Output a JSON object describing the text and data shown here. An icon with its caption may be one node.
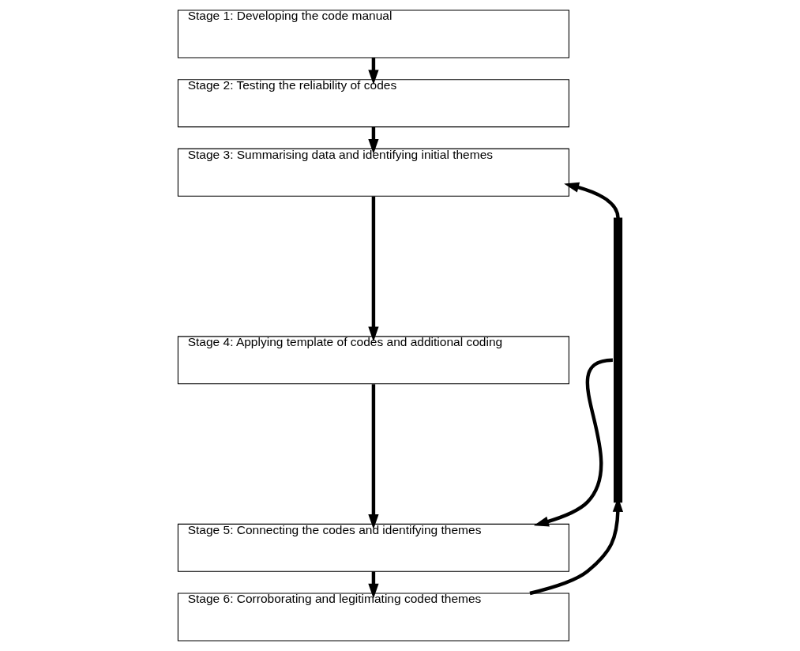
{
  "diagram": {
    "nodes": [
      {
        "text": [
          "Stage 1: Developing the code manual"
        ]
      },
      {
        "text": [
          "Stage 2: Testing the reliability of codes"
        ]
      },
      {
        "text": [
          "Stage 3: Summarising data and identifying initial themes"
        ]
      },
      {
        "text": [
          "Stage 4: Applying template of codes and additional coding"
        ]
      },
      {
        "text": [
          "Stage 5: Connecting the codes and identifying themes"
        ]
      },
      {
        "text": [
          "Stage 6: Corroborating and legitimating coded themes"
        ]
      },
      {
        "text": [],
        "shape": "bar"
      }
    ],
    "edges": [
      {
        "from": 0,
        "to": 1,
        "arrow": "to"
      },
      {
        "from": 1,
        "to": 2,
        "arrow": "to"
      },
      {
        "from": 2,
        "to": 3,
        "arrow": "to"
      },
      {
        "from": 3,
        "to": 4,
        "arrow": "to"
      },
      {
        "from": 4,
        "to": 5,
        "arrow": "to"
      },
      {
        "from": 5,
        "to": 6,
        "arrow": "to"
      },
      {
        "from": 6,
        "to": 2,
        "arrow": "to"
      },
      {
        "from": 6,
        "to": 4,
        "arrow": "to"
      }
    ]
  }
}
